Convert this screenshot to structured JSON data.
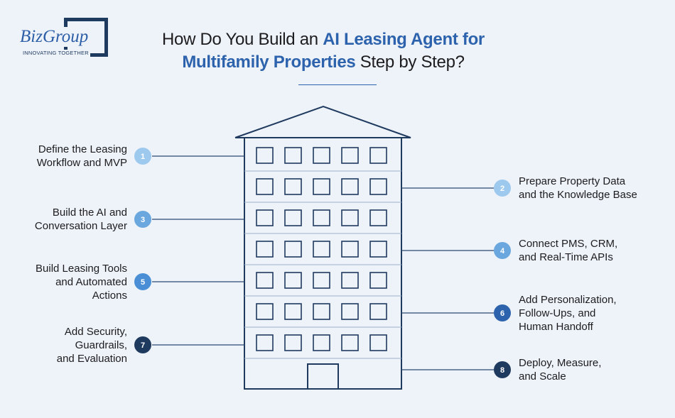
{
  "logo": {
    "word": "BizGroup",
    "tagline": "INNOVATING TOGETHER"
  },
  "title": {
    "line1_pre": "How Do You Build an ",
    "line1_hl": "AI Leasing Agent for",
    "line2_hl": "Multifamily Properties",
    "line2_post": " Step by Step?"
  },
  "colors": {
    "building": "#1f3a5f",
    "accent": "#2d63ad",
    "background": "#eef2f9"
  },
  "steps": [
    {
      "num": "1",
      "side": "left",
      "lines": [
        "Define the Leasing",
        "Workflow and MVP"
      ],
      "color": "#9ec9ee"
    },
    {
      "num": "2",
      "side": "right",
      "lines": [
        "Prepare Property Data",
        "and the Knowledge Base"
      ],
      "color": "#9ec9ee"
    },
    {
      "num": "3",
      "side": "left",
      "lines": [
        "Build the AI and",
        "Conversation Layer"
      ],
      "color": "#6aa7de"
    },
    {
      "num": "4",
      "side": "right",
      "lines": [
        "Connect PMS, CRM,",
        "and Real-Time APIs"
      ],
      "color": "#6aa7de"
    },
    {
      "num": "5",
      "side": "left",
      "lines": [
        "Build Leasing Tools",
        "and Automated",
        "Actions"
      ],
      "color": "#4a8fd6"
    },
    {
      "num": "6",
      "side": "right",
      "lines": [
        "Add Personalization,",
        "Follow-Ups, and",
        "Human Handoff"
      ],
      "color": "#2d63ad"
    },
    {
      "num": "7",
      "side": "left",
      "lines": [
        "Add Security,",
        "Guardrails,",
        "and Evaluation"
      ],
      "color": "#1f3a5f"
    },
    {
      "num": "8",
      "side": "right",
      "lines": [
        "Deploy, Measure,",
        "and Scale"
      ],
      "color": "#1f3a5f"
    }
  ]
}
